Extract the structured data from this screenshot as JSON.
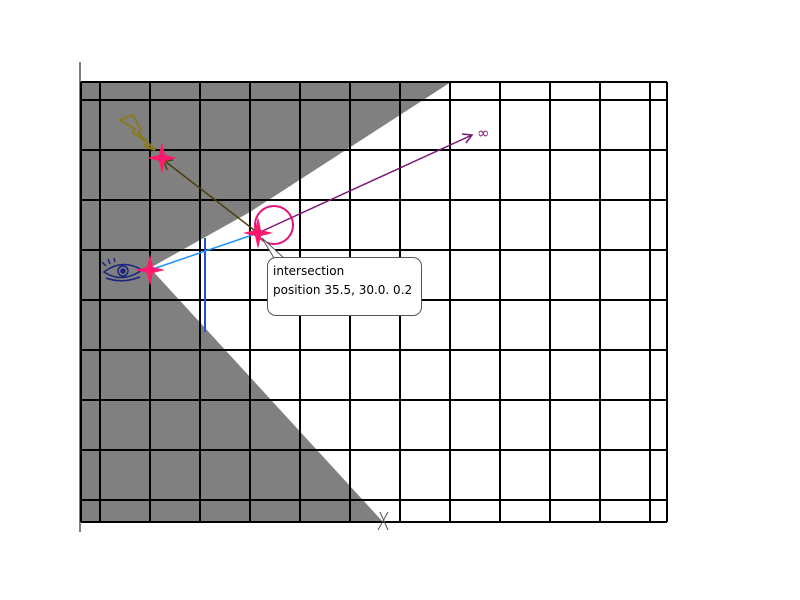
{
  "callout": {
    "title": "intersection",
    "position_label": "position",
    "position_value": "35.5, 30.0. 0.2"
  },
  "infinity_label": "∞",
  "colors": {
    "shadow": "#808080",
    "grid": "#000000",
    "marker": "#ff1a6e",
    "ray_eye": "#1e90ff",
    "ray_reflected": "#7b1478",
    "ray_light": "#4a3f0a",
    "light_icon": "#8b7a1a",
    "eye_icon": "#1a237e",
    "vertical_line": "#1f4fd6",
    "circle": "#e0157a"
  },
  "icons": [
    "eye-icon",
    "lightning-icon",
    "star-marker-icon",
    "infinity-icon"
  ]
}
